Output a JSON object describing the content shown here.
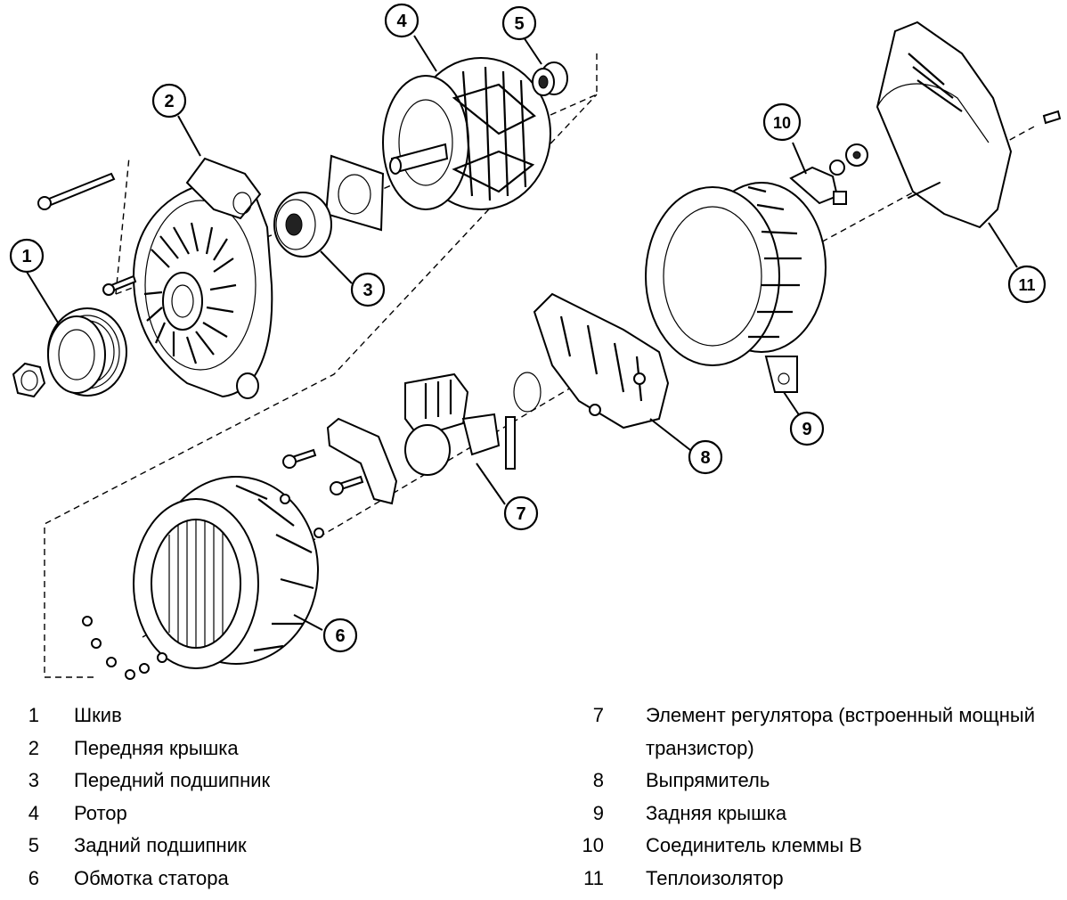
{
  "callouts": [
    "1",
    "2",
    "3",
    "4",
    "5",
    "6",
    "7",
    "8",
    "9",
    "10",
    "11"
  ],
  "legend": {
    "left": [
      {
        "num": "1",
        "text": "Шкив"
      },
      {
        "num": "2",
        "text": "Передняя крышка"
      },
      {
        "num": "3",
        "text": "Передний подшипник"
      },
      {
        "num": "4",
        "text": "Ротор"
      },
      {
        "num": "5",
        "text": "Задний подшипник"
      },
      {
        "num": "6",
        "text": "Обмотка статора"
      }
    ],
    "right": [
      {
        "num": "7",
        "text": "Элемент регулятора (встроенный мощный транзистор)"
      },
      {
        "num": "8",
        "text": "Выпрямитель"
      },
      {
        "num": "9",
        "text": "Задняя крышка"
      },
      {
        "num": "10",
        "text": "Соединитель клеммы В"
      },
      {
        "num": "11",
        "text": "Теплоизолятор"
      }
    ]
  }
}
